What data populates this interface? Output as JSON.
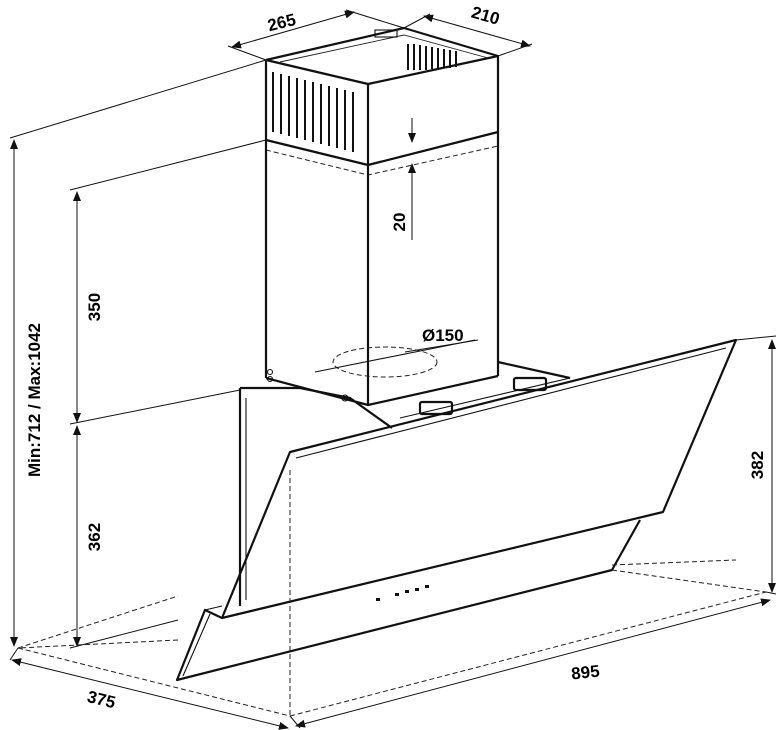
{
  "dimensions": {
    "chimney_width": "265",
    "chimney_depth": "210",
    "overlap": "20",
    "chimney_section": "350",
    "duct_diameter": "Ø150",
    "total_height": "Min:712 / Max:1042",
    "body_height": "362",
    "front_height": "382",
    "width": "895",
    "depth": "375"
  },
  "colors": {
    "line": "#111111",
    "background": "#ffffff"
  }
}
